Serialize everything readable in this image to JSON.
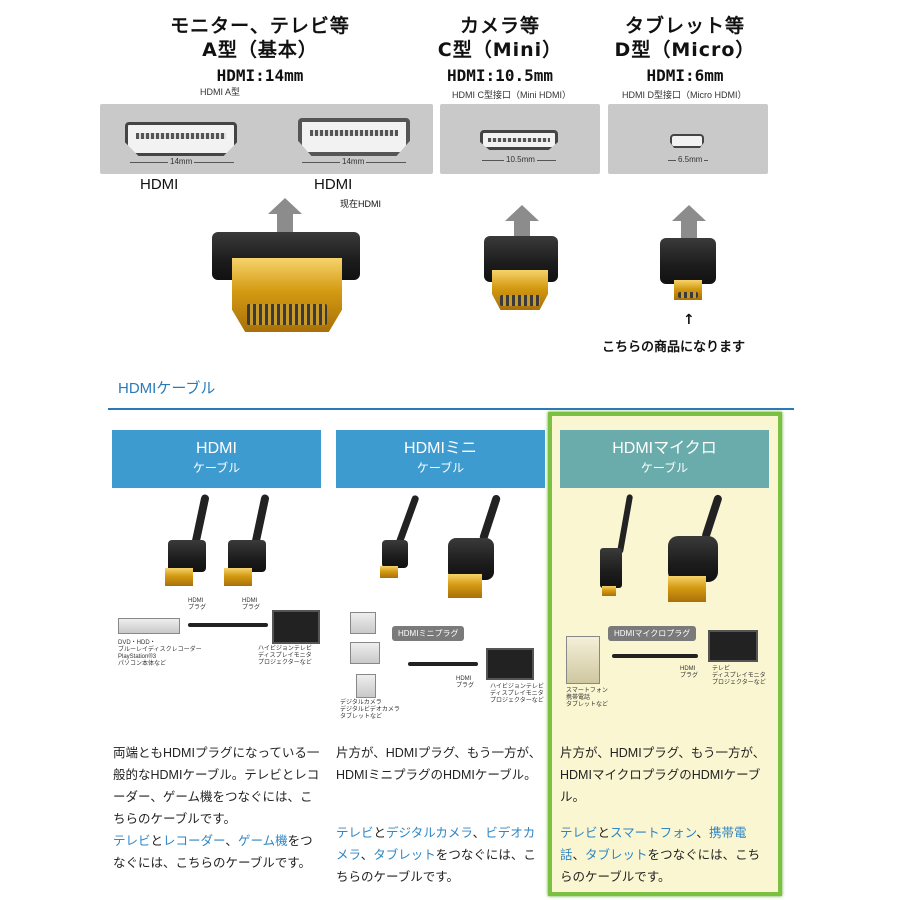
{
  "connectors": [
    {
      "line1": "モニター、テレビ等",
      "line2": "A型（基本）",
      "size": "HDMI:14mm",
      "caption": "HDMI A型"
    },
    {
      "line1": "カメラ等",
      "line2": "C型（Mini）",
      "size": "HDMI:10.5mm",
      "caption": "HDMI C型接口（Mini HDMI）"
    },
    {
      "line1": "タブレット等",
      "line2": "D型（Micro）",
      "size": "HDMI:6mm",
      "caption": "HDMI D型接口（Micro HDMI）"
    }
  ],
  "ports": {
    "a_dim": "14mm",
    "c_dim": "10.5mm",
    "d_dim": "6.5mm",
    "left_label": "HDMI",
    "right_label": "HDMI",
    "right_note": "现在HDMI"
  },
  "note": "こちらの商品になります",
  "section_title": "HDMIケーブル",
  "cards": [
    {
      "title": "HDMI",
      "subtitle": "ケーブル",
      "color": "#3d9bd0",
      "plug_left": "HDMI\nプラグ",
      "plug_right": "HDMI\nプラグ",
      "devices_left": "DVD・HDD・\nブルーレイディスクレコーダー\nPlayStation®3\nパソコン本体など",
      "devices_right": "ハイビジョンテレビ\nディスプレイモニタ\nプロジェクターなど",
      "desc_pre": "両端ともHDMIプラグになっている一般的なHDMIケーブル。テレビとレコーダー、ゲーム機をつなぐには、こちらのケーブルです。",
      "links": [
        "テレビ",
        "と",
        "レコーダー",
        "、",
        "ゲーム機",
        "を"
      ],
      "desc_post": "つなぐには、こちらのケーブルです。"
    },
    {
      "title": "HDMIミニ",
      "subtitle": "ケーブル",
      "color": "#3d9bd0",
      "tag": "HDMIミニプラグ",
      "plug_right": "HDMI\nプラグ",
      "devices_left": "デジタルカメラ\nデジタルビデオカメラ\nタブレットなど",
      "devices_right": "ハイビジョンテレビ\nディスプレイモニタ\nプロジェクターなど",
      "desc_pre": "片方が、HDMIプラグ、もう一方が、HDMIミニプラグのHDMIケーブル。",
      "links": [
        "テレビ",
        "と",
        "デジタルカメラ",
        "、",
        "ビデオカメラ",
        "、",
        "タブレット",
        "を"
      ],
      "desc_post": "つなぐには、こちらのケーブルです。"
    },
    {
      "title": "HDMIマイクロ",
      "subtitle": "ケーブル",
      "color": "#6aacab",
      "tag": "HDMIマイクロプラグ",
      "plug_right": "HDMI\nプラグ",
      "devices_left": "スマートフォン\n携帯電話\nタブレットなど",
      "devices_right": "テレビ\nディスプレイモニタ\nプロジェクターなど",
      "desc_pre": "片方が、HDMIプラグ、もう一方が、HDMIマイクロプラグのHDMIケーブル。",
      "links": [
        "テレビ",
        "と",
        "スマートフォン",
        "、",
        "携帯電話",
        "、",
        "タブレット",
        "を"
      ],
      "desc_post": "つなぐには、こちらのケーブルです。"
    }
  ],
  "colors": {
    "accent": "#2a7ab8",
    "highlight_border": "#7ac142",
    "highlight_bg": "#faf6d2"
  }
}
